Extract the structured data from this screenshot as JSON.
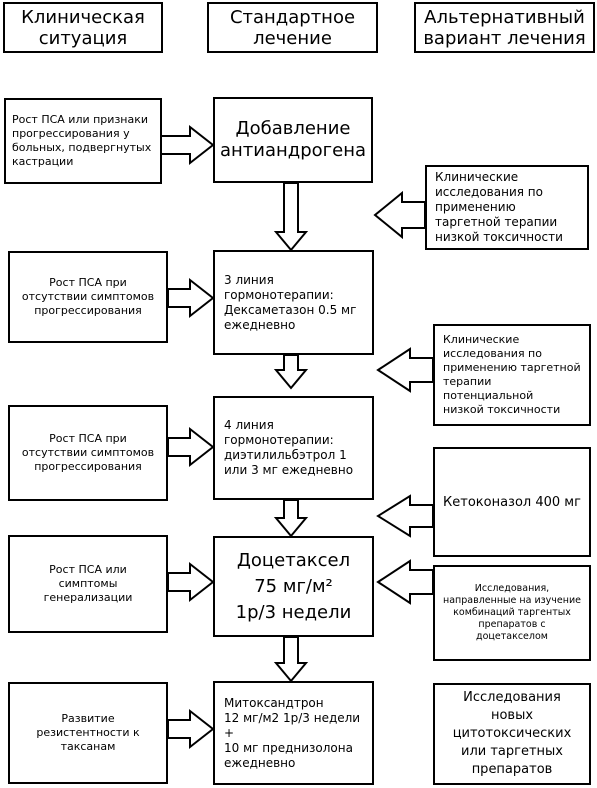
{
  "headers": {
    "clinical": "Клиническая\nситуация",
    "standard": "Стандартное\nлечение",
    "alternative": "Альтернативный\nвариант лечения"
  },
  "rows": [
    {
      "situation": "Рост ПСА или признаки прогрессирования у больных, подвергнутых кастрации",
      "standard": "Добавление\nантиандрогена",
      "alternative": "Клинические\nисследования по\nприменению\nтаргетной терапии\nнизкой токсичности"
    },
    {
      "situation": "Рост ПСА при\nотсутствии симптомов\nпрогрессирования",
      "standard": "3 линия\nгормонотерапии:\nДексаметазон 0.5 мг\nежедневно",
      "alternative": "Клинические\nисследования по\nприменению  таргетной\nтерапии потенциальной\nнизкой токсичности"
    },
    {
      "situation": "Рост ПСА при\nотсутствии симптомов\nпрогрессирования",
      "standard": "4 линия\nгормонотерапии:\nдиэтилильбэтрол 1\nили 3 мг ежедневно",
      "alternative": "Кетоконазол 400 мг"
    },
    {
      "situation": "Рост ПСА или\nсимптомы\nгенерализации",
      "standard": "Доцетаксел\n75 мг/м²\n1р/3 недели",
      "alternative": "Исследования,\nнаправленные на изучение\nкомбинаций таргентых\nпрепаратов с\nдоцетакселом"
    },
    {
      "situation": "Развитие\nрезистентности к\nтаксанам",
      "standard": "Митоксандтрон\n12 мг/м2 1р/3 недели +\n10 мг преднизолона\nежедневно",
      "alternative": "Исследования\nновых\nцитотоксических\nили таргетных\nпрепаратов"
    }
  ]
}
